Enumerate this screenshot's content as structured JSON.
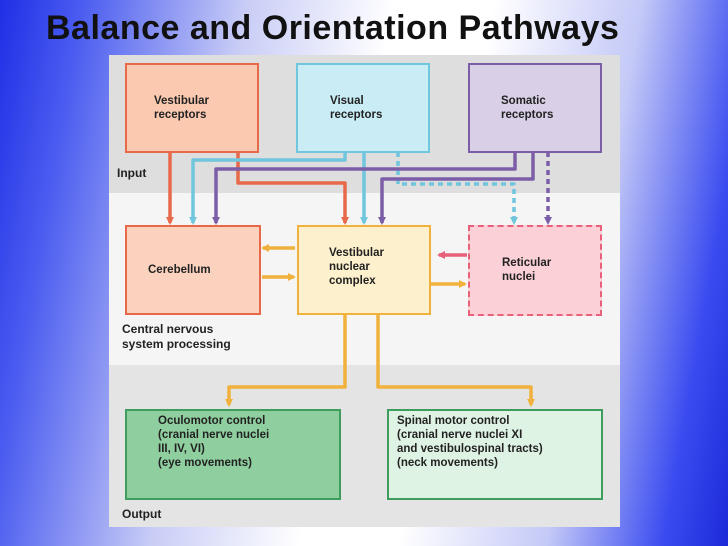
{
  "title": "Balance and Orientation Pathways",
  "sections": {
    "input": "Input",
    "cns": "Central nervous\nsystem processing",
    "output": "Output"
  },
  "boxes": {
    "vestibular_receptors": "Vestibular\nreceptors",
    "visual_receptors": "Visual\nreceptors",
    "somatic_receptors": "Somatic\nreceptors",
    "cerebellum": "Cerebellum",
    "vestibular_nuclear_complex": "Vestibular\nnuclear\ncomplex",
    "reticular_nuclei": "Reticular\nnuclei",
    "oculomotor_control": "Oculomotor control\n(cranial nerve nuclei\nIII, IV, VI)\n(eye movements)",
    "spinal_motor_control": "Spinal motor control\n(cranial nerve nuclei XI\nand vestibulospinal tracts)\n(neck movements)"
  },
  "colors": {
    "vestibular": "#e8694a",
    "visual": "#6fc6dd",
    "somatic": "#7b5ea7",
    "output_pathway": "#f0b23c",
    "reticular": "#e8607a"
  }
}
